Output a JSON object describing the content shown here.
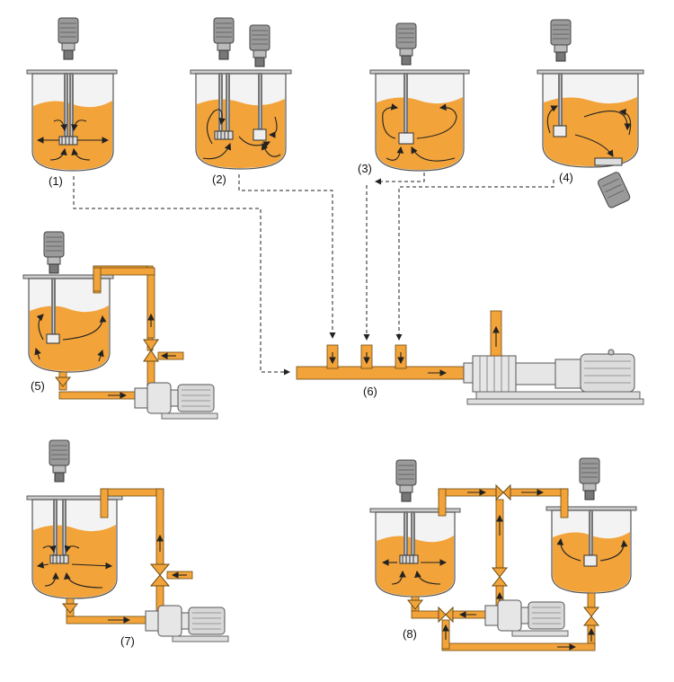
{
  "labels": {
    "fig1": "(1)",
    "fig2": "(2)",
    "fig3": "(3)",
    "fig4": "(4)",
    "fig5": "(5)",
    "fig6": "(6)",
    "fig7": "(7)",
    "fig8": "(8)"
  },
  "colors": {
    "liquid": "#f2a33a",
    "pipe": "#f2a33a",
    "metal": "#9a9a9a",
    "line": "#222222"
  }
}
